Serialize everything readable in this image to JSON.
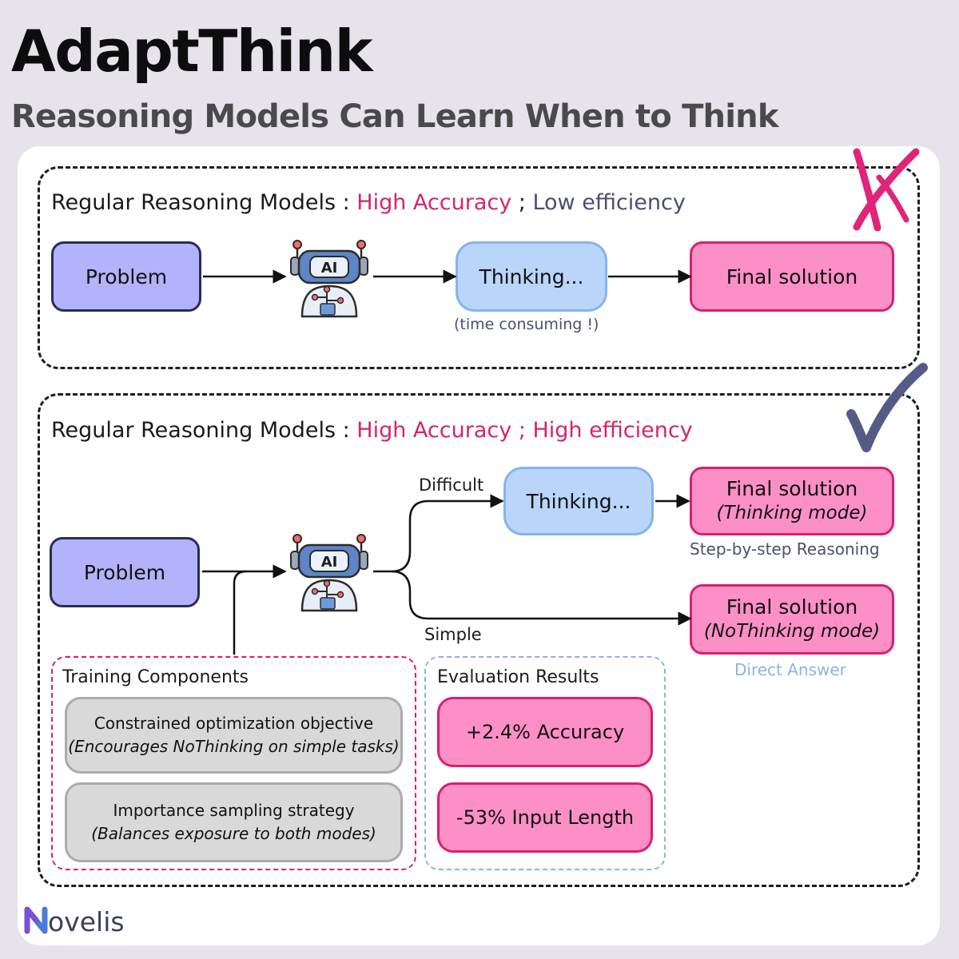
{
  "header": {
    "title": "AdaptThink",
    "subtitle": "Reasoning Models Can Learn When to Think"
  },
  "top_section": {
    "heading_prefix": "Regular Reasoning Models : ",
    "accuracy": "High Accuracy",
    "separator": " ; ",
    "efficiency": "Low efficiency",
    "problem": "Problem",
    "thinking": "Thinking...",
    "thinking_note": "(time consuming !)",
    "final": "Final solution",
    "verdict_icon": "cross-mark-icon"
  },
  "bottom_section": {
    "heading_prefix": "Regular Reasoning Models : ",
    "accuracy_efficiency": "High Accuracy ; High efficiency",
    "problem": "Problem",
    "branch_difficult": "Difficult",
    "branch_simple": "Simple",
    "thinking": "Thinking...",
    "final_thinking_title": "Final solution",
    "final_thinking_mode": "(Thinking mode)",
    "final_thinking_caption": "Step-by-step Reasoning",
    "final_nothinking_title": "Final solution",
    "final_nothinking_mode": "(NoThinking mode)",
    "final_nothinking_caption": "Direct Answer",
    "verdict_icon": "check-mark-icon",
    "training": {
      "title": "Training Components",
      "items": [
        {
          "line1": "Constrained optimization objective",
          "line2": "(Encourages NoThinking on simple tasks)"
        },
        {
          "line1": "Importance sampling strategy",
          "line2": "(Balances exposure to both modes)"
        }
      ]
    },
    "evaluation": {
      "title": "Evaluation Results",
      "items": [
        "+2.4% Accuracy",
        "-53% Input Length"
      ]
    }
  },
  "robot_label": "AI",
  "footer": {
    "logo_text": "ovelis",
    "logo_letter": "N"
  },
  "colors": {
    "pink": "#d6246e",
    "slate": "#4a4f72",
    "problem_fill": "#b3b3fb",
    "thinking_fill": "#b9d5fa",
    "final_fill": "#fc8fc6",
    "grey_fill": "#d9d9d9",
    "caption_blue": "#8ab6dc"
  }
}
